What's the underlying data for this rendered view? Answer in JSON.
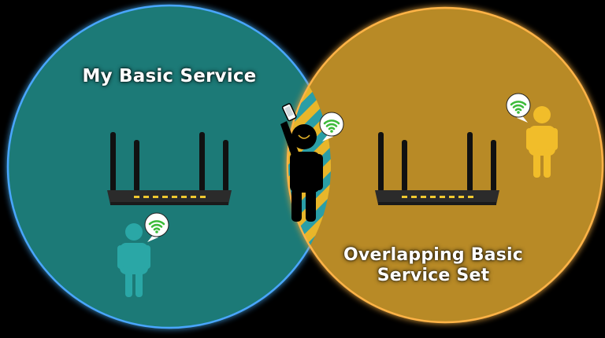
{
  "diagram": {
    "left_circle_label": "My Basic Service",
    "right_circle_label_line1": "Overlapping Basic",
    "right_circle_label_line2": "Service Set"
  },
  "colors": {
    "background": "#000000",
    "left_circle_fill": "#1d7a77",
    "left_circle_glow": "#4aa6ff",
    "right_circle_fill": "#b88a26",
    "right_circle_glow": "#ffb347",
    "stripe_teal": "#2a9ea6",
    "stripe_yellow": "#e8b62a",
    "router_body": "#2b2b2b",
    "router_leds": "#f0c830",
    "person_teal": "#2aa7a6",
    "person_yellow": "#f1bd2a",
    "person_black": "#000000",
    "wifi_green": "#3dbb3a"
  },
  "icons": [
    "router-icon",
    "wifi-icon",
    "person-icon",
    "smartphone-icon"
  ]
}
